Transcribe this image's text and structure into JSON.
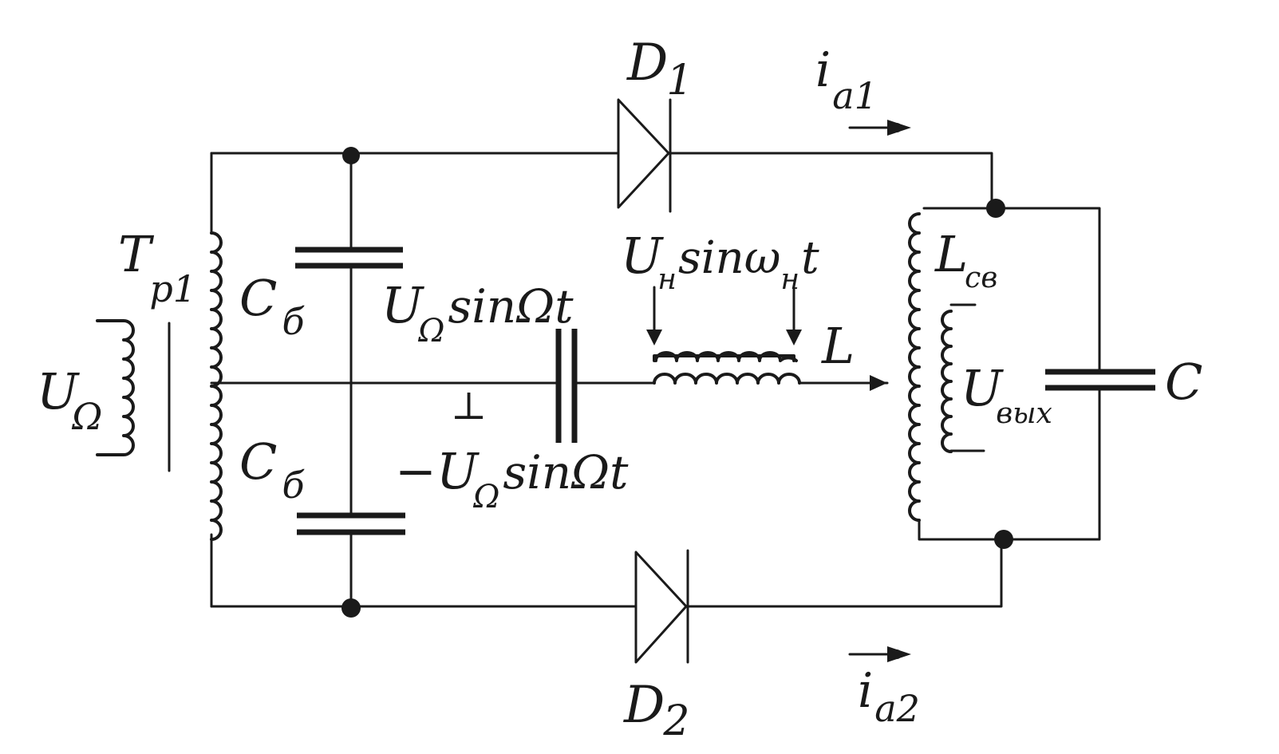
{
  "labels": {
    "d1": "D",
    "d1_sub": "1",
    "d2": "D",
    "d2_sub": "2",
    "ia1": "i",
    "ia1_sub": "a1",
    "ia2": "i",
    "ia2_sub": "a2",
    "tr": "T",
    "tr_sub": "p1",
    "u_omega": "U",
    "u_omega_sub": "Ω",
    "c_top": "C",
    "c_top_sub": "б",
    "c_bot": "C",
    "c_bot_sub": "б",
    "top_voltage": "U",
    "top_voltage_sub": "Ω",
    "top_voltage_rest": "sinΩt",
    "bot_voltage_pre": "−U",
    "bot_voltage_sub": "Ω",
    "bot_voltage_rest": "sinΩt",
    "carrier_u": "U",
    "carrier_u_sub": "н",
    "carrier_sin": "sinω",
    "carrier_w_sub": "н",
    "carrier_t": "t",
    "l": "L",
    "lsv": "L",
    "lsv_sub": "св",
    "uout": "U",
    "uout_sub": "вых",
    "c_out": "C",
    "ground_mark": "⊥"
  },
  "colors": {
    "ink": "#1a1a1a",
    "background": "#ffffff"
  }
}
